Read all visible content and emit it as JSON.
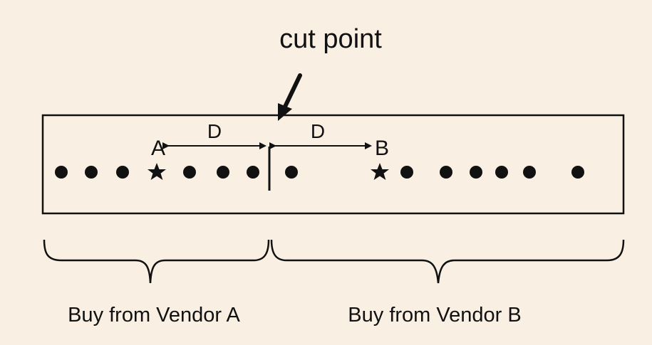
{
  "title": "cut point",
  "labels": {
    "point_a": "A",
    "point_b": "B",
    "distance_left": "D",
    "distance_right": "D",
    "vendor_a": "Buy from Vendor A",
    "vendor_b": "Buy from Vendor B"
  },
  "colors": {
    "background": "#f9efe3",
    "ink": "#111111"
  },
  "markers": {
    "dot_icon": "filled-circle",
    "star_icon": "filled-star",
    "arrow_icon": "down-left-arrow"
  }
}
